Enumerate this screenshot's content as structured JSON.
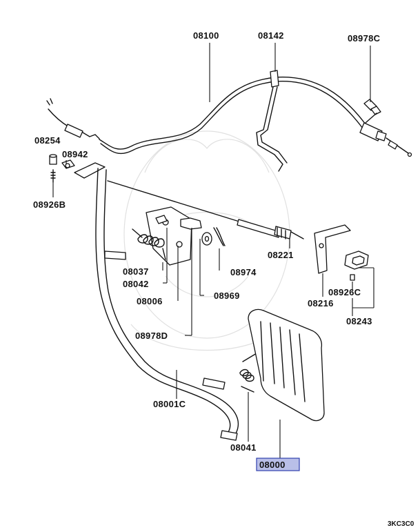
{
  "colors": {
    "highlight_fill": "#b9bfe8",
    "highlight_border": "#2f3fae",
    "line": "#111111",
    "watermark": "#c8c8c8"
  },
  "labels": {
    "p08100": "08100",
    "p08142": "08142",
    "p08978C": "08978C",
    "p08254": "08254",
    "p08942": "08942",
    "p08926B": "08926B",
    "p08221": "08221",
    "p08037": "08037",
    "p08042": "08042",
    "p08974": "08974",
    "p08006": "08006",
    "p08969": "08969",
    "p08216": "08216",
    "p08926C": "08926C",
    "p08243": "08243",
    "p08978D": "08978D",
    "p08001C": "08001C",
    "p08041": "08041",
    "p08000": "08000"
  },
  "highlighted_part": "08000",
  "diagram_ref": "3KC3C0"
}
